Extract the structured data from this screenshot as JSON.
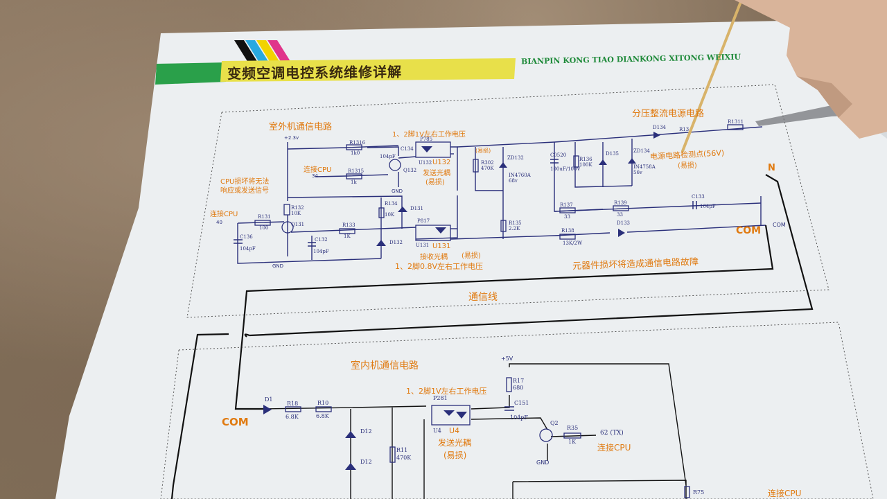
{
  "book": {
    "title_cn": "变频空调电控系统维修详解",
    "title_pinyin": "BIANPIN KONG TIAO DIANKONG XITONG WEIXIU"
  },
  "outdoor": {
    "section_title": "室外机通信电路",
    "cpu_note_1": "CPU损坏将无法",
    "cpu_note_2": "响应或发送信号",
    "connect_cpu_1": "连接CPU",
    "connect_cpu_2": "连接CPU",
    "tx_voltage": "1、2脚1V左右工作电压",
    "tx_coupler_name": "U132",
    "tx_coupler_desc": "发送光耦",
    "tx_fragile": "(易损)",
    "rx_coupler_name": "U131",
    "rx_coupler_desc": "接收光耦",
    "rx_fragile": "(易损)",
    "rx_voltage": "1、2脚0.8V左右工作电压",
    "divider_title": "分压整流电源电路",
    "test_point": "电源电路检测点(56V)",
    "test_point_fragile": "(易损)",
    "fragile_r302": "(易损)",
    "fault_note": "元器件损坏将造成通信电路故障",
    "label_com": "COM",
    "label_n": "N",
    "label_com_small": "COM",
    "vcc": "+2.3v",
    "gnd_1": "GND",
    "gnd_2": "GND",
    "pin_40": "40",
    "pin_34": "34",
    "parts": {
      "r1316": "R1316",
      "r1316_v": "1k0",
      "r1315": "R1315",
      "r1315_v": "1k",
      "c134": "C134",
      "c134_v": "104pF",
      "q132": "Q132",
      "p785": "P785",
      "u132": "U132",
      "r302": "R302",
      "r302_v": "470K",
      "zd132": "ZD132",
      "zd132_v": "IN4760A 68v",
      "c520": "C0520",
      "c520_v": "100uF/100V",
      "r136": "R136",
      "r136_v": "100K",
      "d135": "D135",
      "zd134": "ZD134",
      "zd134_v": "IN4758A 56v",
      "d134": "D134",
      "r13x": "R13",
      "r131b": "R1311",
      "r132": "R132",
      "r132_v": "10K",
      "r131": "R131",
      "r131_v": "100",
      "q131": "Q131",
      "c136": "C136",
      "c136_v": "104pF",
      "c132": "C132",
      "c132_v": "104pF",
      "r133": "R133",
      "r133_v": "1K",
      "r134": "R134",
      "r134_v": "10K",
      "d131": "D131",
      "d132": "D132",
      "p817": "P817",
      "u131": "U131",
      "r135": "R135",
      "r135_v": "2.2K",
      "r137": "R137",
      "r137_v": "33",
      "r139": "R139",
      "r139_v": "33",
      "c133": "C133",
      "c133_v": "104pF",
      "r138": "R138",
      "r138_v": "13K/2W",
      "d133": "D133"
    }
  },
  "comm_line": "通信线",
  "indoor": {
    "section_title": "室内机通信电路",
    "label_com": "COM",
    "tx_voltage": "1、2脚1V左右工作电压",
    "tx_coupler_name": "U4",
    "tx_coupler_desc": "发送光耦",
    "tx_fragile": "(易损)",
    "connect_cpu": "连接CPU",
    "connect_cpu_2": "连接CPU",
    "vcc": "+5V",
    "gnd": "GND",
    "tx_pin": "62 (TX)",
    "parts": {
      "d1": "D1",
      "r18": "R18",
      "r18_v": "6.8K",
      "r10": "R10",
      "r10_v": "6.8K",
      "d12a": "D12",
      "d12b": "D12",
      "r11": "R11",
      "r11_v": "470K",
      "p281": "P281",
      "u4": "U4",
      "r17": "R17",
      "r17_v": "680",
      "c151": "C151",
      "c151_v": "104pF",
      "q2": "Q2",
      "r35": "R35",
      "r35_v": "1K",
      "r75": "R75"
    }
  },
  "colors": {
    "green_banner": "#2aa04a",
    "yellow_banner": "#e8e04a",
    "title_text": "#3a2a10",
    "annotation_orange": "#e07a10",
    "annotation_green": "#1f8a3a",
    "schematic_blue": "#2a2f7a",
    "paper": "#eef0f2"
  }
}
